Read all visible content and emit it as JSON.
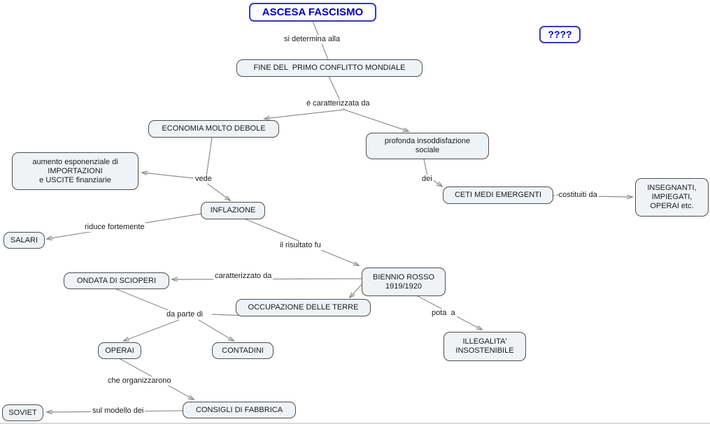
{
  "title": "ASCESA FASCISMO",
  "unknown_box": "????",
  "nodes": {
    "fine": "FINE DEL  PRIMO CONFLITTO MONDIALE",
    "economia": "ECONOMIA MOLTO DEBOLE",
    "insoddisfazione": "profonda insoddisfazione\nsociale",
    "aumento": "aumento esponenziale di\nIMPORTAZIONI\ne USCITE finanziarie",
    "ceti": "CETI MEDI EMERGENTI",
    "insegnanti": "INSEGNANTI,\nIMPIEGATI,\nOPERAI etc.",
    "inflazione": "INFLAZIONE",
    "salari": "SALARI",
    "biennio": "BIENNIO ROSSO\n1919/1920",
    "ondata": "ONDATA DI SCIOPERI",
    "occupazione": "OCCUPAZIONE DELLE TERRE",
    "illegalita": "ILLEGALITA'\nINSOSTENIBILE",
    "operai": "OPERAI",
    "contadini": "CONTADINI",
    "consigli": "CONSIGLI DI FABBRICA",
    "soviet": "SOVIET"
  },
  "edge_labels": {
    "si_determina": "si determina alla",
    "caratterizzata": "è caratterizzata da",
    "vede": "vede",
    "dei": "dei",
    "costituiti": "-costituiti da",
    "riduce": "riduce fortemente",
    "risultato": "il risultato fu",
    "caratterizzato": "caratterizzato da",
    "pota": "pota  a",
    "da_parte": "da parte di",
    "organizzarono": "che organizzarono",
    "modello": "sul modello dei"
  },
  "colors": {
    "title_text": "#0000cc",
    "title_border": "#3939b8",
    "node_fill": "#eff3f6",
    "node_border": "#4e4e4e",
    "line": "#8f8f8f",
    "background": "#ffffff"
  }
}
